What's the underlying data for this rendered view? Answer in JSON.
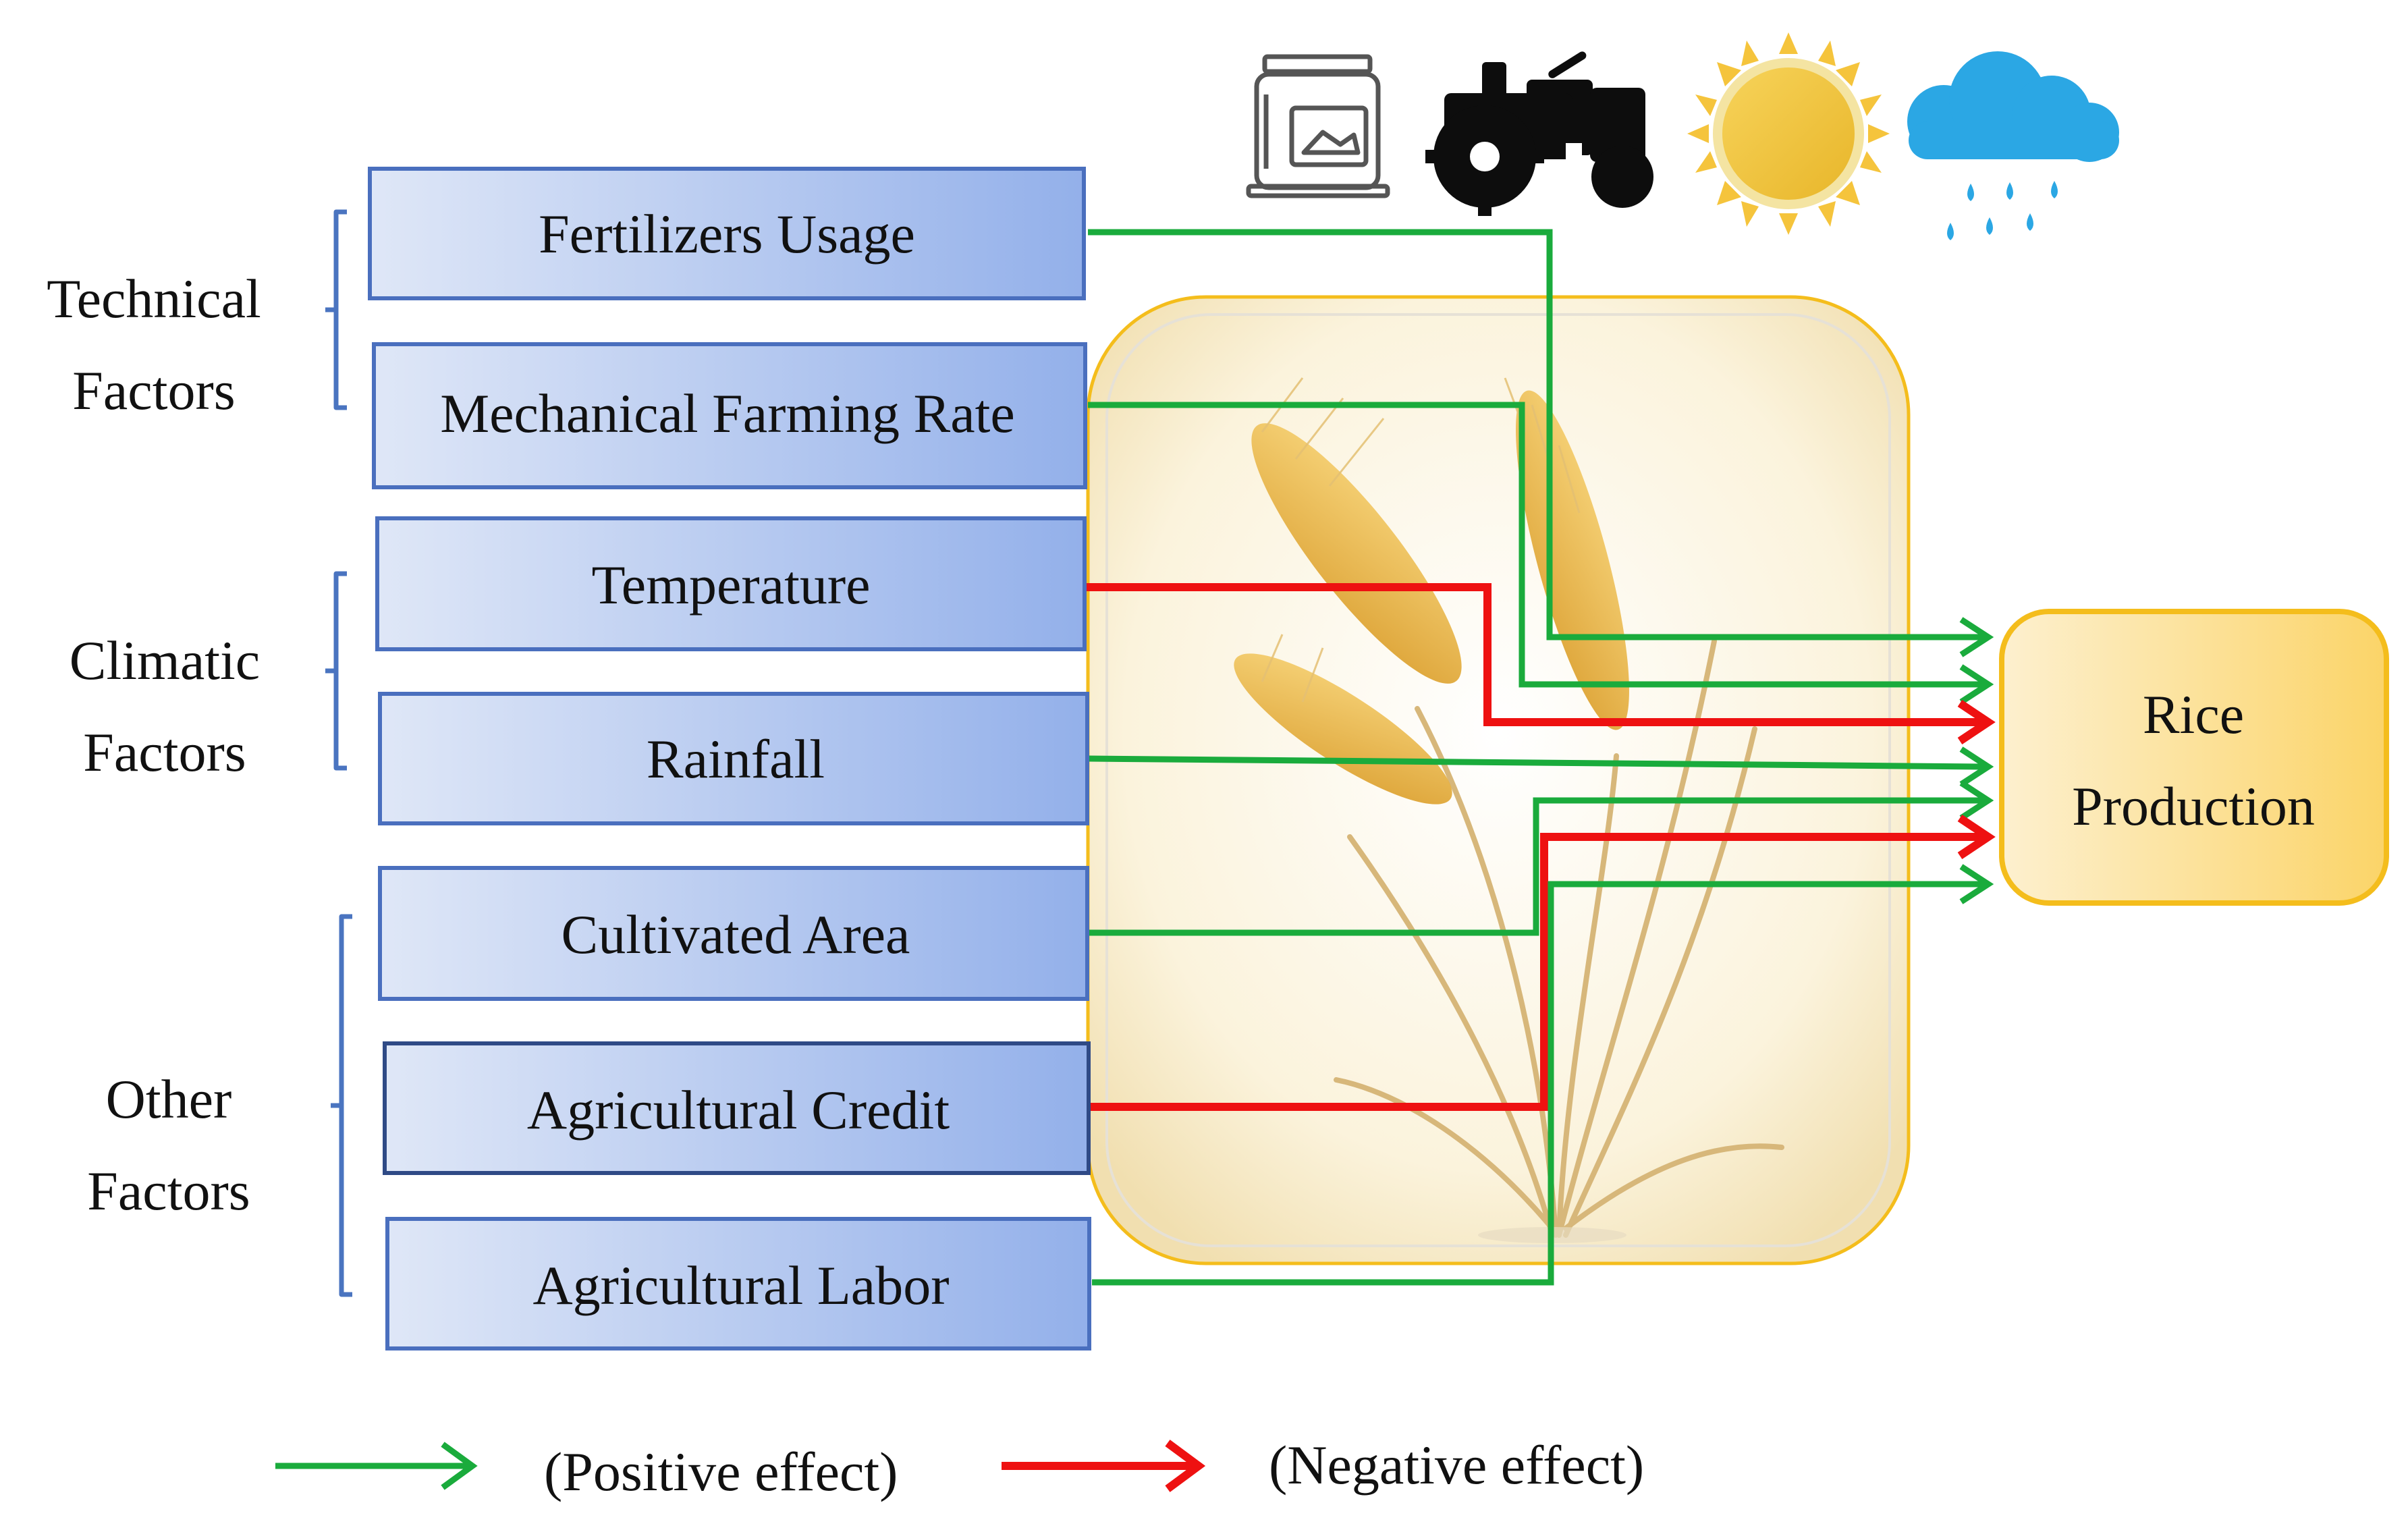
{
  "groups": [
    {
      "line1": "Technical",
      "line2": "Factors"
    },
    {
      "line1": "Climatic",
      "line2": "Factors"
    },
    {
      "line1": "Other",
      "line2": "Factors"
    }
  ],
  "factors": [
    {
      "label": "Fertilizers Usage",
      "effect": "positive"
    },
    {
      "label": "Mechanical Farming Rate",
      "effect": "positive"
    },
    {
      "label": "Temperature",
      "effect": "negative"
    },
    {
      "label": "Rainfall",
      "effect": "positive"
    },
    {
      "label": "Cultivated Area",
      "effect": "positive"
    },
    {
      "label": "Agricultural Credit",
      "effect": "negative"
    },
    {
      "label": "Agricultural Labor",
      "effect": "positive"
    }
  ],
  "target": {
    "line1": "Rice",
    "line2": "Production"
  },
  "legend": {
    "positive": "(Positive effect)",
    "negative": "(Negative effect)"
  },
  "icons": [
    "fertilizer-bag-icon",
    "tractor-icon",
    "sun-icon",
    "rain-cloud-icon"
  ],
  "colors": {
    "positive": "#1aab3c",
    "negative": "#ee1111",
    "box_border": "#4a6fbe",
    "box_fill_start": "#dfe7f7",
    "box_fill_end": "#93b0ea",
    "bracket": "#4a74c0",
    "target_fill": "#fce3a8",
    "target_border": "#f4bd1c",
    "frame_border": "#f4bd1c"
  }
}
